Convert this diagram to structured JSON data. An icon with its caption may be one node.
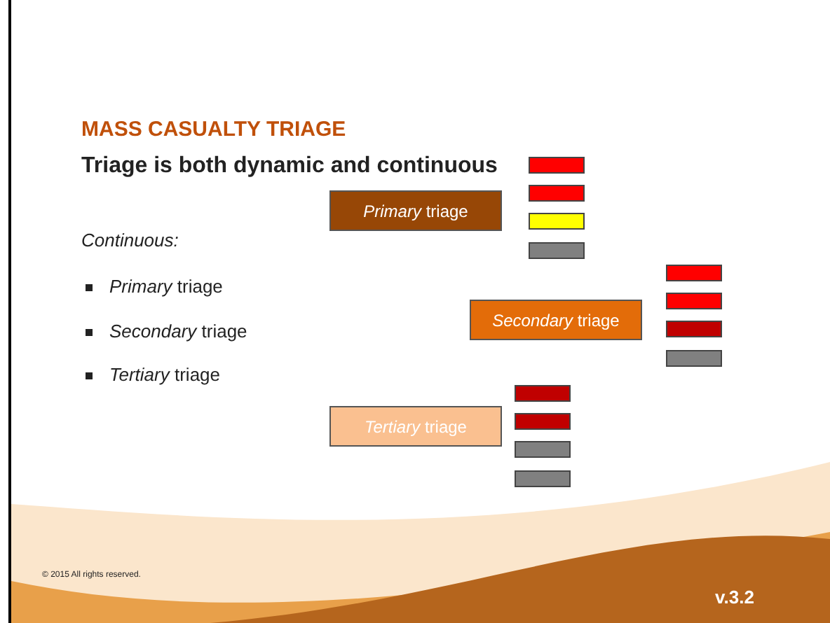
{
  "diagram": {
    "title": "MASS CASUALTY TRIAGE",
    "nodes": [
      {
        "text": [
          "*Primary* triage"
        ]
      },
      {
        "text": [],
        "shape": "bar"
      },
      {
        "text": [],
        "shape": "bar"
      },
      {
        "text": [],
        "shape": "bar"
      },
      {
        "text": [],
        "shape": "bar"
      },
      {
        "text": [
          "*Secondary* triage"
        ]
      },
      {
        "text": [],
        "shape": "bar"
      },
      {
        "text": [],
        "shape": "bar"
      },
      {
        "text": [],
        "shape": "bar"
      },
      {
        "text": [],
        "shape": "bar"
      },
      {
        "text": [
          "*Tertiary* triage"
        ]
      },
      {
        "text": [],
        "shape": "bar"
      },
      {
        "text": [],
        "shape": "bar"
      },
      {
        "text": [],
        "shape": "bar"
      },
      {
        "text": [],
        "shape": "bar"
      }
    ],
    "labels": [
      "Triage is both dynamic and continuous",
      "Continuous:",
      "*Primary* triage",
      "*Secondary* triage",
      "*Tertiary* triage",
      "© 2015 All rights reserved.",
      "v.3.2"
    ]
  }
}
